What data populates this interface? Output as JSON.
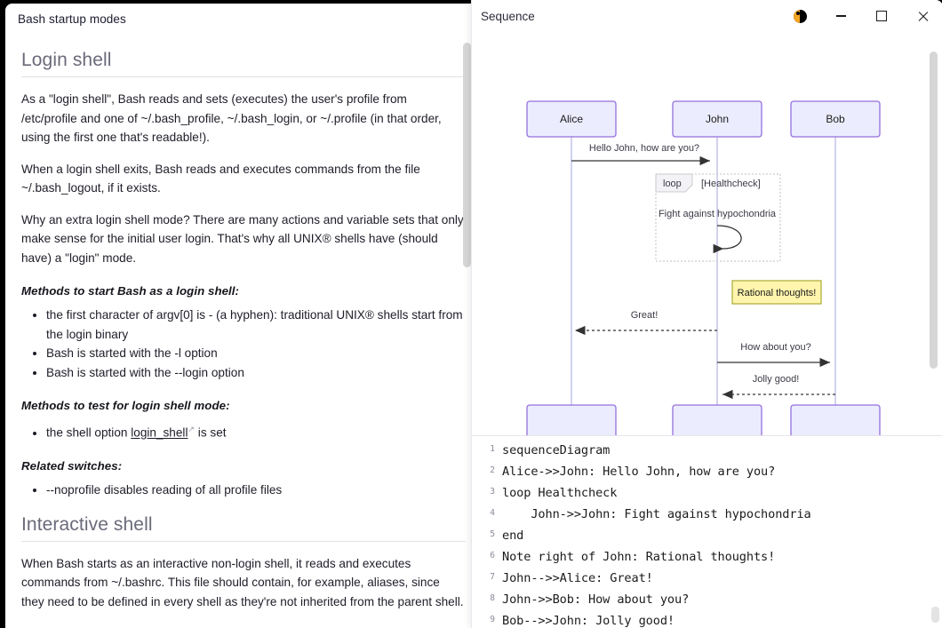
{
  "doc_window": {
    "title": "Bash startup modes",
    "sections": [
      {
        "heading": "Login shell",
        "blocks": [
          {
            "kind": "p",
            "text": "As a \"login shell\", Bash reads and sets (executes) the user's profile from /etc/profile and one of ~/.bash_profile, ~/.bash_login, or ~/.profile (in that order, using the first one that's readable!)."
          },
          {
            "kind": "p",
            "text": "When a login shell exits, Bash reads and executes commands from the file ~/.bash_logout, if it exists."
          },
          {
            "kind": "p",
            "text": "Why an extra login shell mode? There are many actions and variable sets that only make sense for the initial user login. That's why all UNIX® shells have (should have) a \"login\" mode."
          }
        ]
      }
    ],
    "subhead_1": "Methods to start Bash as a login shell:",
    "list_1": [
      "the first character of argv[0] is - (a hyphen): traditional UNIX® shells start from the login binary",
      "Bash is started with the -l option",
      "Bash is started with the --login option"
    ],
    "subhead_2": "Methods to test for login shell mode:",
    "list_2_prefix": "the shell option ",
    "list_2_link": "login_shell",
    "list_2_suffix": " is set",
    "subhead_3": "Related switches:",
    "list_3": [
      "--noprofile disables reading of all profile files"
    ],
    "heading_2": "Interactive shell",
    "para_interactive": "When Bash starts as an interactive non-login shell, it reads and executes commands from ~/.bashrc. This file should contain, for example, aliases, since they need to be defined in every shell as they're not inherited from the parent shell."
  },
  "seq_window": {
    "title": "Sequence",
    "controls": {
      "theme_toggle": "yinyang-icon",
      "minimize": "minimize-icon",
      "maximize": "maximize-icon",
      "close": "close-icon"
    }
  },
  "diagram": {
    "actors": [
      "Alice",
      "John",
      "Bob"
    ],
    "messages": [
      {
        "from": "Alice",
        "to": "John",
        "text": "Hello John, how are you?",
        "style": "solid"
      },
      {
        "from": "John",
        "to": "John",
        "text": "Fight against hypochondria",
        "style": "solid-self"
      },
      {
        "from": "John",
        "to": "Alice",
        "text": "Great!",
        "style": "dotted"
      },
      {
        "from": "John",
        "to": "Bob",
        "text": "How about you?",
        "style": "solid"
      },
      {
        "from": "Bob",
        "to": "John",
        "text": "Jolly good!",
        "style": "dotted"
      }
    ],
    "loop": {
      "keyword": "loop",
      "condition": "[Healthcheck]"
    },
    "note": {
      "text": "Rational thoughts!",
      "placement": "right of John"
    },
    "colors": {
      "actor_fill": "#ECECFF",
      "actor_stroke": "#9370DB",
      "lifeline": "#BFBFE8",
      "note_fill": "#FFF5AD",
      "note_stroke": "#AAAA33",
      "loop_stroke": "#CCCCCC",
      "arrow": "#333333"
    }
  },
  "code_editor": {
    "lines": [
      {
        "n": "1",
        "text": "sequenceDiagram"
      },
      {
        "n": "2",
        "text": "Alice->>John: Hello John, how are you?"
      },
      {
        "n": "3",
        "text": "loop Healthcheck"
      },
      {
        "n": "4",
        "text": "    John->>John: Fight against hypochondria"
      },
      {
        "n": "5",
        "text": "end"
      },
      {
        "n": "6",
        "text": "Note right of John: Rational thoughts!"
      },
      {
        "n": "7",
        "text": "John-->>Alice: Great!"
      },
      {
        "n": "8",
        "text": "John->>Bob: How about you?"
      },
      {
        "n": "9",
        "text": "Bob-->>John: Jolly good!"
      }
    ]
  }
}
